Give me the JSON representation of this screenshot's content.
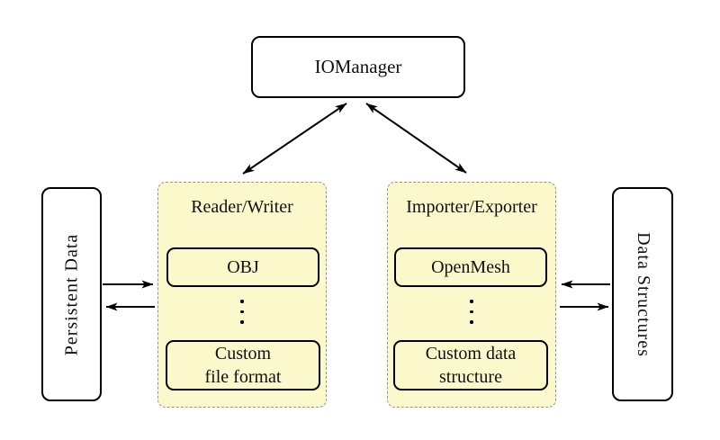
{
  "colors": {
    "background": "#FFFFFF",
    "container_fill": "#FBF8CC",
    "container_border": "#97948A",
    "node_border": "#000000",
    "arrow": "#000000"
  },
  "diagram": {
    "iomanager": {
      "label": "IOManager"
    },
    "persistent_data": {
      "label": "Persistent Data"
    },
    "data_structures": {
      "label": "Data Structures"
    },
    "reader_writer": {
      "title": "Reader/Writer",
      "top_item": "OBJ",
      "ellipsis_icon": "vertical-dots",
      "bottom_item_line1": "Custom",
      "bottom_item_line2": "file format"
    },
    "importer_exporter": {
      "title": "Importer/Exporter",
      "top_item": "OpenMesh",
      "ellipsis_icon": "vertical-dots",
      "bottom_item_line1": "Custom data",
      "bottom_item_line2": "structure"
    }
  }
}
